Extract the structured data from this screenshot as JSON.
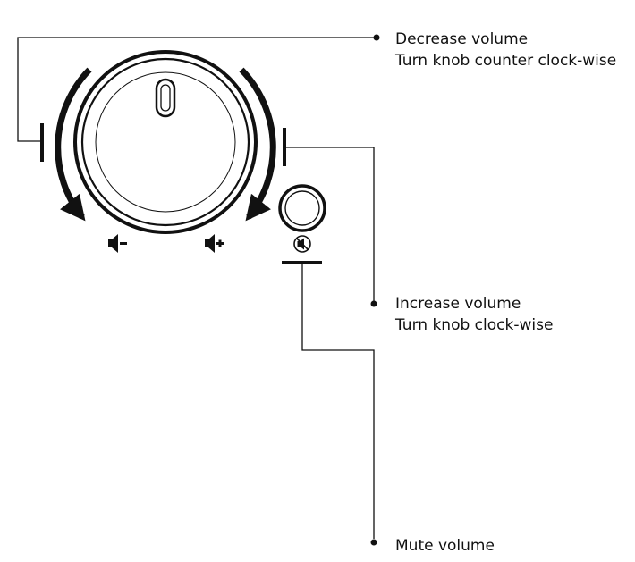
{
  "labels": {
    "decrease": {
      "title": "Decrease volume",
      "instruction": "Turn knob counter clock-wise"
    },
    "increase": {
      "title": "Increase volume",
      "instruction": "Turn knob clock-wise"
    },
    "mute": {
      "title": "Mute volume"
    }
  },
  "icons": {
    "volume_down": "speaker-minus-icon",
    "volume_up": "speaker-plus-icon",
    "mute": "speaker-muted-icon"
  },
  "colors": {
    "ink": "#111111",
    "background": "#ffffff"
  }
}
